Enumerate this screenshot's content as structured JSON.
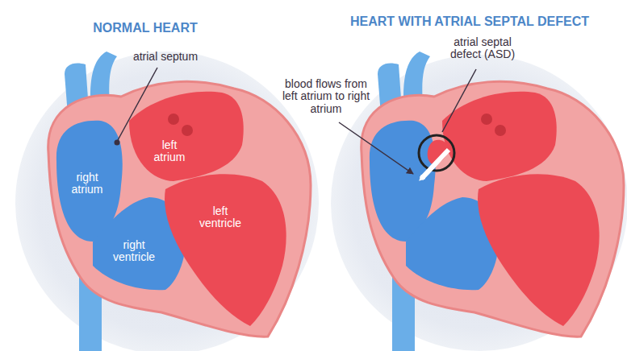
{
  "diagram": {
    "labels": [
      "NORMAL HEART",
      "HEART WITH ATRIAL SEPTAL DEFECT",
      "atrial septum",
      "left atrium",
      "right atrium",
      "left ventricle",
      "right ventricle",
      "atrial septal defect (ASD)",
      "blood flows from left atrium to right atrium"
    ]
  }
}
